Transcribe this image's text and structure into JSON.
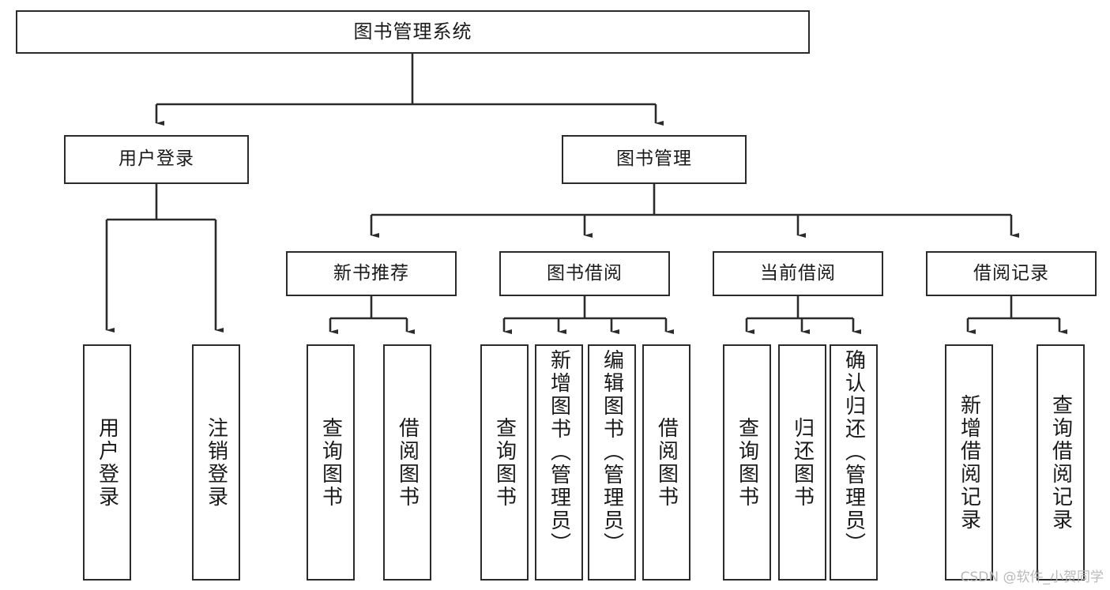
{
  "diagram": {
    "title": "图书管理系统",
    "type": "tree-hierarchy-chart",
    "colors": {
      "box_border": "#2b2b2b",
      "box_fill": "#ffffff",
      "edge": "#2b2b2b",
      "text": "#1a1a1a",
      "watermark": "#b9b9b9"
    },
    "nodes": {
      "root": {
        "label": "图书管理系统",
        "level": 1
      },
      "user_login": {
        "label": "用户登录",
        "level": 2
      },
      "book_manage": {
        "label": "图书管理",
        "level": 2
      },
      "new_book_rec": {
        "label": "新书推荐",
        "level": 3
      },
      "book_borrow": {
        "label": "图书借阅",
        "level": 3
      },
      "current_borrow": {
        "label": "当前借阅",
        "level": 3
      },
      "borrow_record": {
        "label": "借阅记录",
        "level": 3
      },
      "leaf_user_login": {
        "label": "用户登录",
        "level": 4
      },
      "leaf_logout": {
        "label": "注销登录",
        "level": 4
      },
      "leaf_query_book_1": {
        "label": "查询图书",
        "level": 4
      },
      "leaf_borrow_book_1": {
        "label": "借阅图书",
        "level": 4
      },
      "leaf_query_book_2": {
        "label": "查询图书",
        "level": 4
      },
      "leaf_add_book": {
        "label": "新增图书（管理员）",
        "level": 4
      },
      "leaf_edit_book": {
        "label": "编辑图书（管理员）",
        "level": 4
      },
      "leaf_borrow_book_2": {
        "label": "借阅图书",
        "level": 4
      },
      "leaf_query_book_3": {
        "label": "查询图书",
        "level": 4
      },
      "leaf_return_book": {
        "label": "归还图书",
        "level": 4
      },
      "leaf_confirm_return": {
        "label": "确认归还（管理员）",
        "level": 4
      },
      "leaf_add_record": {
        "label": "新增借阅记录",
        "level": 4
      },
      "leaf_query_record": {
        "label": "查询借阅记录",
        "level": 4
      }
    },
    "watermark": "CSDN @软件_小贺同学"
  }
}
